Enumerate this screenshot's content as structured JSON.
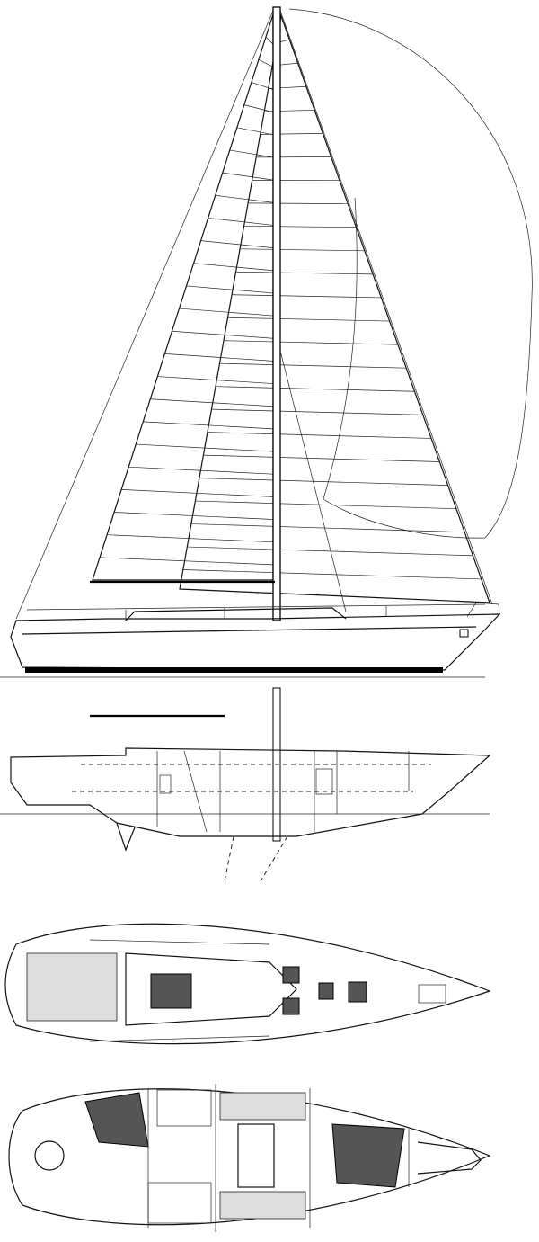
{
  "drawing": {
    "views": [
      "sail-plan",
      "inboard-profile",
      "deck-plan",
      "accommodation-plan"
    ],
    "colors": {
      "line": "#111111",
      "background": "#ffffff",
      "shading": "#555555"
    }
  }
}
